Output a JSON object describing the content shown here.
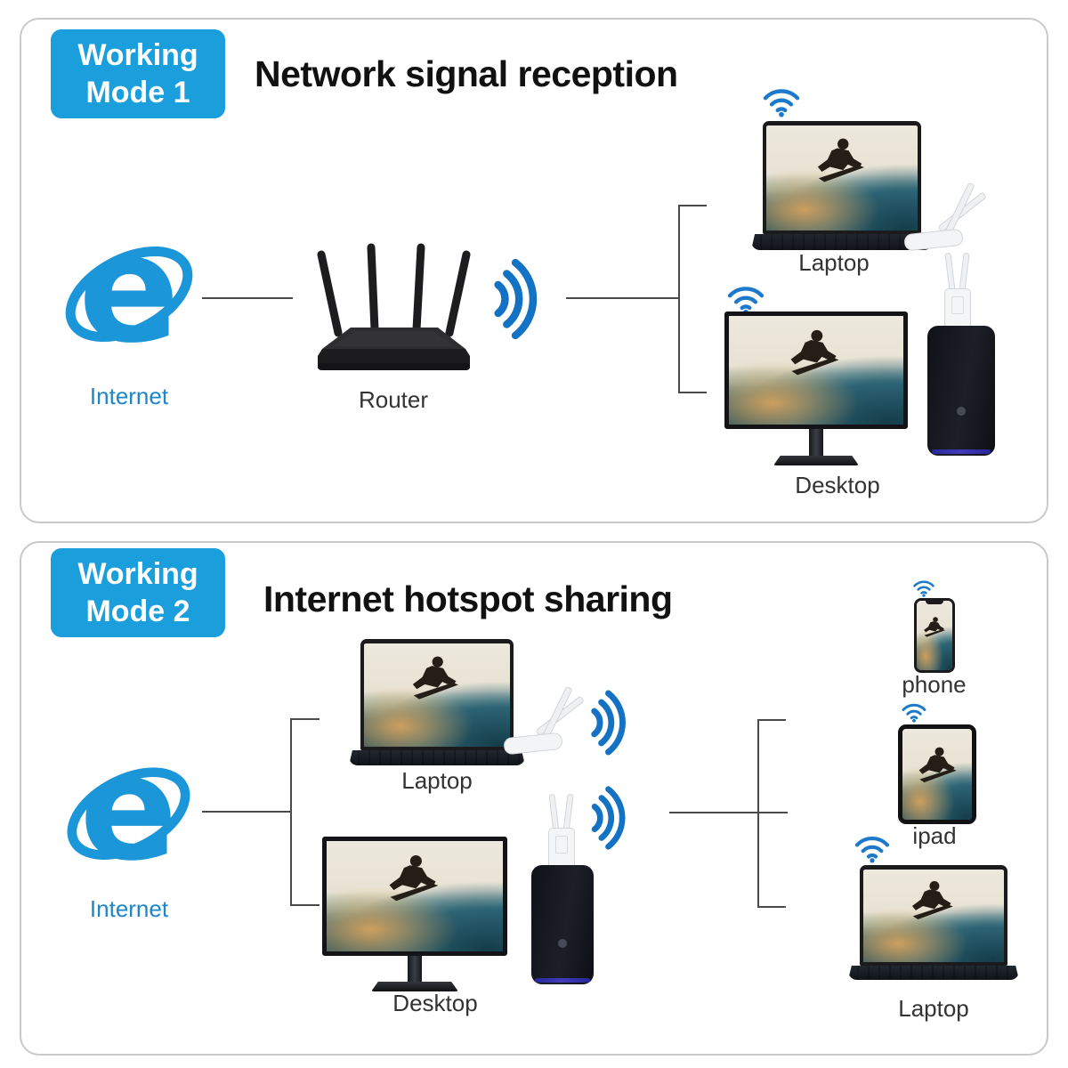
{
  "colors": {
    "accent_blue": "#1b9fdc",
    "wifi_icon_blue": "#1c79cc",
    "signal_waves_blue": "#1472c4",
    "internet_label_blue": "#1e86c8",
    "label_dark": "#333333",
    "connector_line": "#4a4a4a",
    "panel_border": "#c9c9c9"
  },
  "icons": {
    "internet": "ie-logo-icon",
    "wifi": "wifi-icon",
    "signal": "wifi-waves-icon"
  },
  "mode1": {
    "badge_line1": "Working",
    "badge_line2": "Mode 1",
    "title": "Network signal reception",
    "internet_label": "Internet",
    "router_label": "Router",
    "laptop_label": "Laptop",
    "desktop_label": "Desktop"
  },
  "mode2": {
    "badge_line1": "Working",
    "badge_line2": "Mode 2",
    "title": "Internet hotspot sharing",
    "internet_label": "Internet",
    "laptop_label": "Laptop",
    "desktop_label": "Desktop",
    "phone_label": "phone",
    "ipad_label": "ipad",
    "laptop_right_label": "Laptop"
  }
}
